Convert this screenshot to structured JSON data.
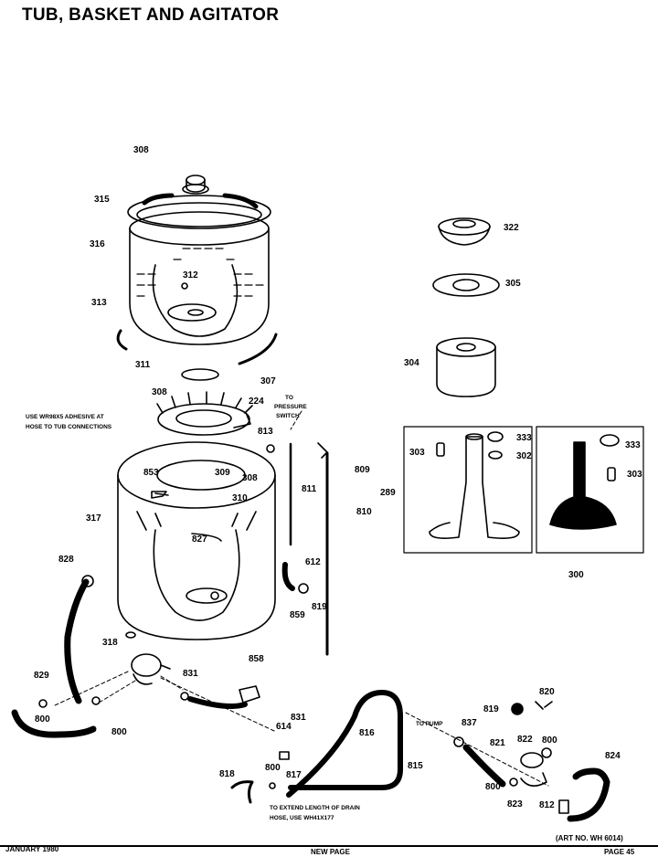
{
  "title": "TUB, BASKET AND AGITATOR",
  "callouts": [
    "308",
    "315",
    "316",
    "312",
    "313",
    "311",
    "308",
    "307",
    "224",
    "813",
    "853",
    "309",
    "308",
    "310",
    "317",
    "827",
    "828",
    "318",
    "829",
    "800",
    "800",
    "831",
    "858",
    "614",
    "831",
    "800",
    "817",
    "816",
    "815",
    "818",
    "809",
    "811",
    "810",
    "612",
    "859",
    "819",
    "322",
    "305",
    "304",
    "333",
    "302",
    "303",
    "289",
    "333",
    "303",
    "300",
    "820",
    "819",
    "837",
    "800",
    "822",
    "821",
    "824",
    "800",
    "823",
    "812"
  ],
  "notes": {
    "adhesive": [
      "USE WR98X5 ADHESIVE AT",
      "HOSE TO TUB CONNECTIONS"
    ],
    "pressure_switch": [
      "TO",
      "PRESSURE",
      "SWITCH"
    ],
    "to_pump": "TO PUMP",
    "extend": [
      "TO EXTEND LENGTH OF DRAIN",
      "HOSE, USE WH41X177"
    ]
  },
  "footer": {
    "date": "JANUARY 1980",
    "new_page": "NEW PAGE",
    "art_no": "(ART NO. WH 6014)",
    "page": "PAGE 45"
  }
}
